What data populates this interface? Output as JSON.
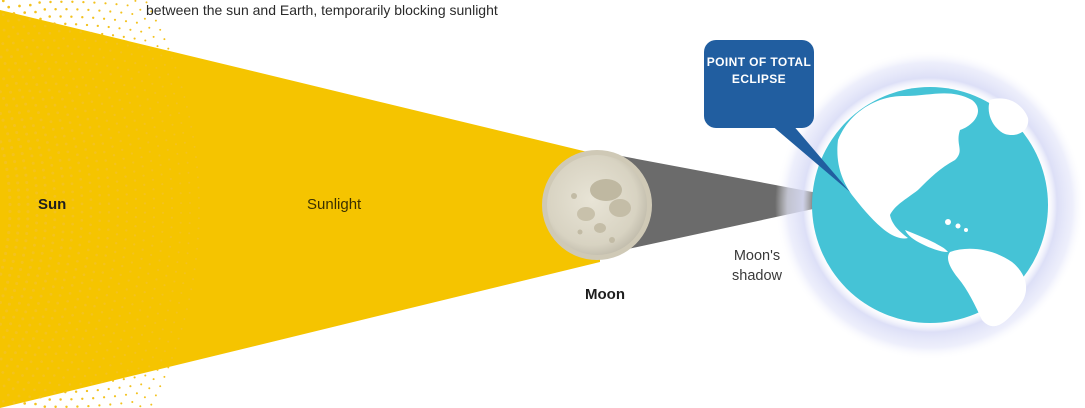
{
  "caption": "between the sun and Earth, temporarily blocking sunlight",
  "labels": {
    "sun": "Sun",
    "sunlight": "Sunlight",
    "moon": "Moon",
    "moon_shadow": "Moon's shadow"
  },
  "callout": {
    "text": "POINT OF TOTAL ECLIPSE"
  },
  "colors": {
    "sunlight": "#f5c400",
    "sun_dots": "#f3c21e",
    "moon_fill": "#ddd8c8",
    "shadow": "#6b6b6b",
    "earth_ocean": "#45c3d6",
    "earth_land": "#ffffff",
    "earth_glow": "#c9cef2",
    "callout_bg": "#215ea0"
  },
  "icons": {
    "sun": "sun-dotted-arc",
    "moon": "moon-cratered-disc",
    "earth": "earth-globe"
  }
}
